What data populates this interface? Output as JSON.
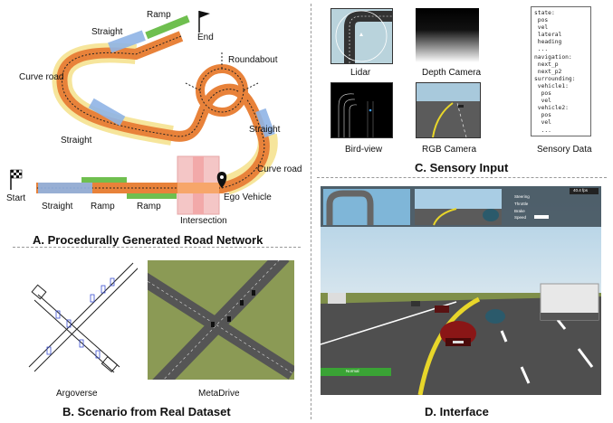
{
  "panel_a": {
    "caption": "A. Procedurally Generated Road Network",
    "labels": {
      "ramp_top": "Ramp",
      "end": "End",
      "straight_top": "Straight",
      "roundabout": "Roundabout",
      "curve_road_left": "Curve road",
      "straight_left": "Straight",
      "straight_right": "Straight",
      "curve_road_right": "Curve road",
      "start": "Start",
      "ego_vehicle": "Ego Vehicle",
      "straight_bottom": "Straight",
      "ramp_bottom_1": "Ramp",
      "ramp_bottom_2": "Ramp",
      "intersection": "Intersection"
    }
  },
  "panel_b": {
    "caption": "B. Scenario from Real Dataset",
    "labels": {
      "argoverse": "Argoverse",
      "metadrive": "MetaDrive"
    }
  },
  "panel_c": {
    "caption": "C. Sensory Input",
    "labels": {
      "lidar": "Lidar",
      "depth_camera": "Depth Camera",
      "sensory_data": "Sensory Data",
      "bird_view": "Bird-view",
      "rgb_camera": "RGB Camera"
    },
    "sensory_code": "state:\n pos\n vel\n lateral\n heading\n ...\nnavigation:\n next_p\n next_p2\nsurrounding:\n vehicle1:\n  pos\n  vel\n vehicle2:\n  pos\n  vel\n  ..."
  },
  "panel_d": {
    "caption": "D. Interface",
    "fps": "40.4 fps",
    "hud_rows": [
      "Steering",
      "Throttle",
      "Brake",
      "Speed"
    ],
    "status": "Normal"
  },
  "colors": {
    "road_orange": "#e8823a",
    "ramp_green": "#6fbf4f",
    "straight_blue": "#8fb4e6",
    "curve_yellow": "#f5e08a",
    "intersection_pink": "#f4c6c6",
    "grass": "#7f8f4a",
    "sky": "#a9cde4",
    "status_green": "#3aa335"
  }
}
